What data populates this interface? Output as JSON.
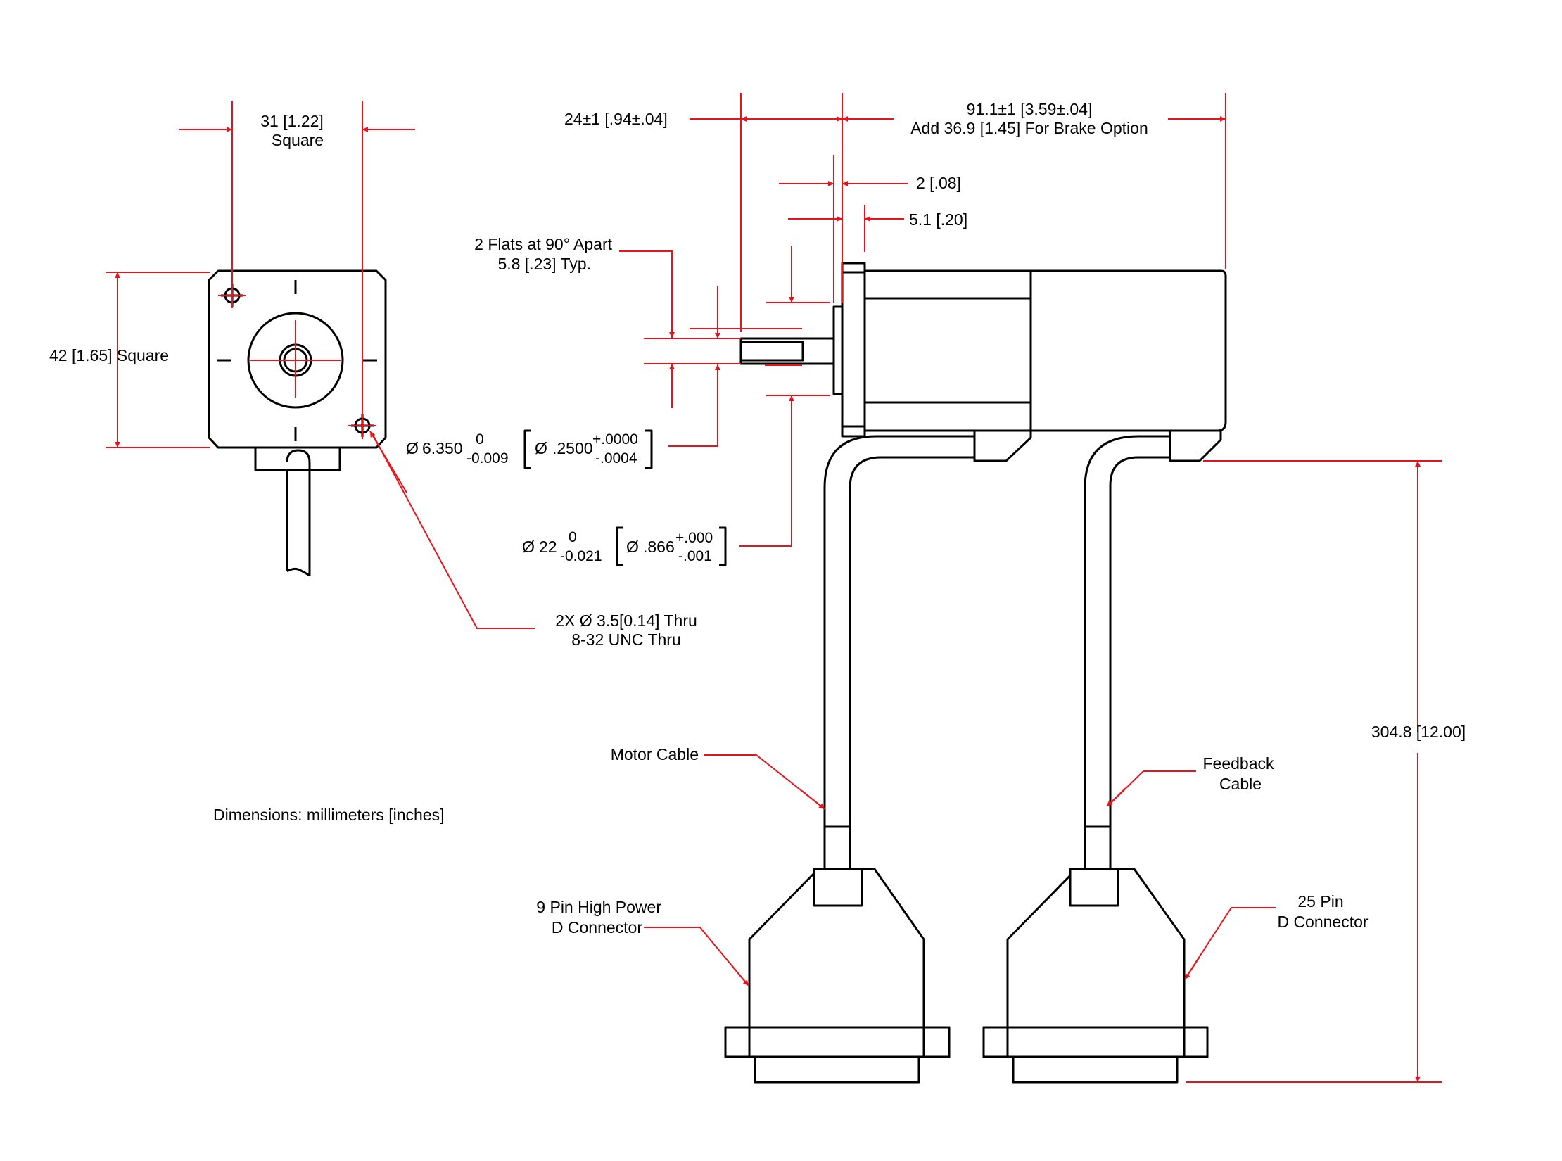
{
  "labels": {
    "width_31": "31 [1.22]",
    "square_1": "Square",
    "height_42": "42 [1.65]  Square",
    "shaft_len": "24±1 [.94±.04]",
    "body_len": "91.1±1 [3.59±.04]",
    "brake_option": "Add 36.9 [1.45] For Brake Option",
    "dim_2": "2 [.08]",
    "dim_5_1": "5.1 [.20]",
    "flats_1": "2 Flats at 90° Apart",
    "flats_2": "5.8 [.23]  Typ.",
    "shaft_dia_main": "6.350",
    "shaft_tol_up": "0",
    "shaft_tol_low": "-0.009",
    "shaft_dia_in": ".2500",
    "shaft_in_up": "+.0000",
    "shaft_in_low": "-.0004",
    "pilot_dia_main": "22",
    "pilot_tol_up": "0",
    "pilot_tol_low": "-0.021",
    "pilot_dia_in": ".866",
    "pilot_in_up": "+.000",
    "pilot_in_low": "-.001",
    "holes_1": "2X Ø 3.5[0.14]  Thru",
    "holes_2": "8-32 UNC  Thru",
    "motor_cable": "Motor Cable",
    "feedback_1": "Feedback",
    "feedback_2": "Cable",
    "nine_pin_1": "9 Pin High Power",
    "nine_pin_2": "D Connector",
    "twentyfive_1": "25 Pin",
    "twentyfive_2": "D Connector",
    "cable_len": "304.8 [12.00]",
    "units_note": "Dimensions:  millimeters [inches]"
  },
  "colors": {
    "dimension": "#e8141b",
    "outline": "#000000"
  }
}
